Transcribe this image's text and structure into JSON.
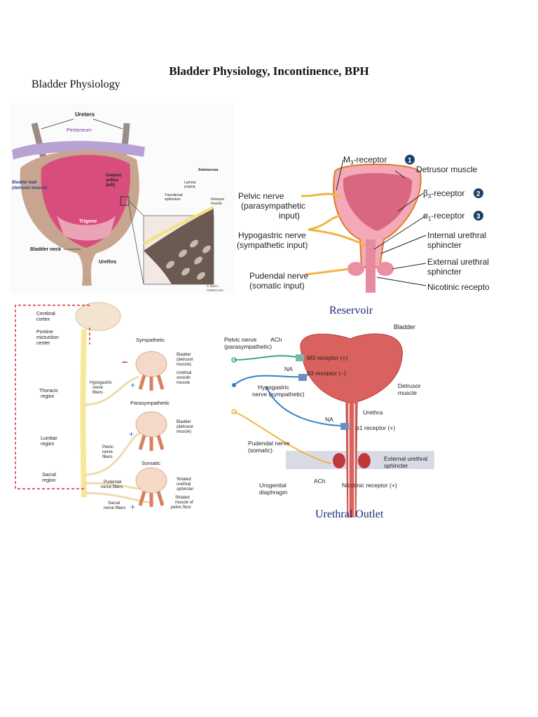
{
  "document": {
    "title": "Bladder Physiology, Incontinence, BPH",
    "section_heading": "Bladder Physiology"
  },
  "fig_anatomy": {
    "ureters": "Ureters",
    "peritoneum": "Peritoneum",
    "bladder_wall": "Bladder wall",
    "detrusor_muscle_paren": "(detrusor muscle)",
    "ureteric_orifice_1": "Ureteric",
    "ureteric_orifice_2": "orifice",
    "ureteric_orifice_3": "(left)",
    "trigone": "Trigone",
    "bladder_neck": "Bladder neck",
    "urethra": "Urethra",
    "submucosa": "Submucosa",
    "lamina_1": "Lamina",
    "lamina_2": "propria",
    "transitional_1": "Transitional",
    "transitional_2": "epithelium",
    "detrusor_1": "Detrusor",
    "detrusor_2": "muscle",
    "credit_1": "© Myers",
    "credit_2": "Patient.com"
  },
  "fig_reservoir": {
    "m3_receptor": "M",
    "m3_sub": "3",
    "m3_suffix": "-receptor",
    "badge_1": "1",
    "detrusor_muscle": "Detrusor muscle",
    "pelvic_nerve_1": "Pelvic nerve",
    "pelvic_nerve_2": "(parasympathetic",
    "pelvic_nerve_3": "input)",
    "beta3_receptor": "β",
    "beta3_sub": "3",
    "beta3_suffix": "-receptor",
    "badge_2": "2",
    "alpha1_receptor": "α",
    "alpha1_sub": "1",
    "alpha1_suffix": "-receptor",
    "badge_3": "3",
    "hypogastric_1": "Hypogastric nerve",
    "hypogastric_2": "(sympathetic input)",
    "internal_sphincter_1": "Internal urethral",
    "internal_sphincter_2": "sphincter",
    "external_sphincter_1": "External urethral",
    "external_sphincter_2": "sphincter",
    "pudendal_1": "Pudendal nerve",
    "pudendal_2": "(somatic input)",
    "nicotinic": "Nicotinic receptor",
    "caption": "Reservoir"
  },
  "fig_pathways": {
    "cerebral_1": "Cerebral",
    "cerebral_2": "cortex",
    "pontine_1": "Pontine",
    "pontine_2": "micturition",
    "pontine_3": "center",
    "thoracic_1": "Thoracic",
    "thoracic_2": "region",
    "lumbar_1": "Lumbar",
    "lumbar_2": "region",
    "sacral_1": "Sacral",
    "sacral_2": "region",
    "sympathetic": "Sympathetic",
    "parasympathetic": "Parasympathetic",
    "somatic": "Somatic",
    "hypogastric_1": "Hypogastric",
    "hypogastric_2": "nerve",
    "hypogastric_3": "fibers",
    "pelvic_1": "Pelvic",
    "pelvic_2": "nerve",
    "pelvic_3": "fibers",
    "pudendal_1": "Pudendal",
    "pudendal_2": "nerve fibers",
    "sacral_nerve_1": "Sacral",
    "sacral_nerve_2": "nerve fibers",
    "bladder_1": "Bladder",
    "bladder_2": "(detrusor",
    "bladder_3": "muscle)",
    "urethral_smooth_1": "Urethral",
    "urethral_smooth_2": "smooth",
    "urethral_smooth_3": "muscle",
    "bladder_b_1": "Bladder",
    "bladder_b_2": "(detrusor",
    "bladder_b_3": "muscle)",
    "striated_1": "Striated",
    "striated_2": "urethral",
    "striated_3": "sphincter",
    "striated_pelvic_1": "Striated",
    "striated_pelvic_2": "muscle of",
    "striated_pelvic_3": "pelvic floor",
    "minus": "−",
    "plus": "+"
  },
  "fig_outlet": {
    "bladder": "Bladder",
    "ach_top": "ACh",
    "pelvic_nerve_1": "Pelvic nerve",
    "pelvic_nerve_2": "(parasympathetic)",
    "m3": "M3 receptor (+)",
    "na_top": "NA",
    "b3": "β3 receptor (–)",
    "hypogastric_1": "Hypogastric",
    "hypogastric_2": "nerve (sympathetic)",
    "detrusor_1": "Detrusor",
    "detrusor_2": "muscle",
    "urethra": "Urethra",
    "na_mid": "NA",
    "a1": "α1 receptor (+)",
    "pudendal_1": "Pudendal nerve",
    "pudendal_2": "(somatic)",
    "external_1": "External urethral",
    "external_2": "sphincter",
    "urogenital_1": "Urogenital",
    "urogenital_2": "diaphragm",
    "ach_bottom": "ACh",
    "nicotinic": "Nicotinic receptor (+)",
    "caption": "Urethral Outlet"
  }
}
